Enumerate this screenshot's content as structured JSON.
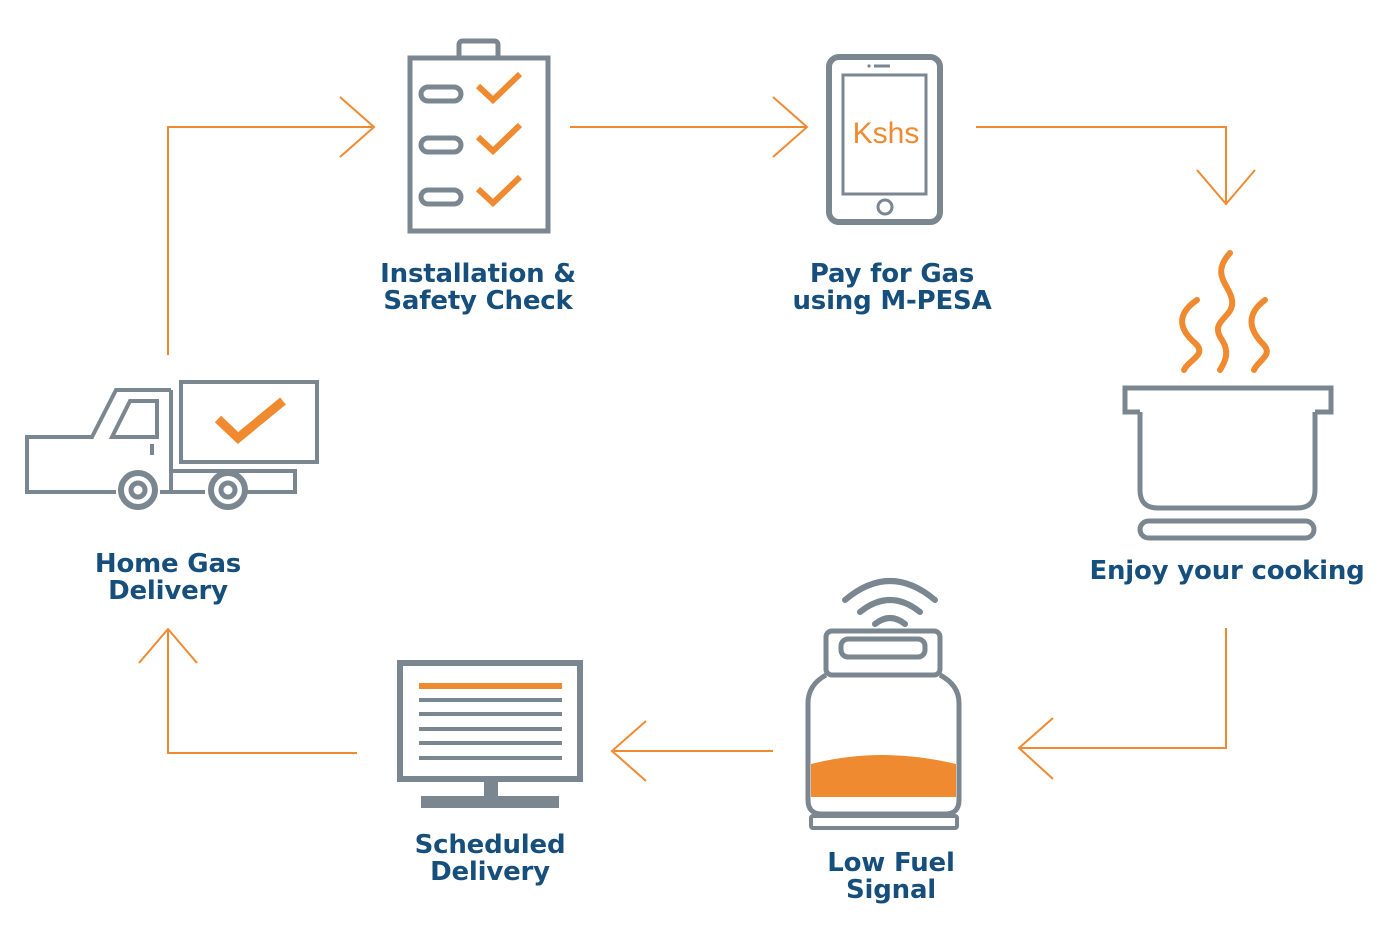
{
  "colors": {
    "accent": "#ef8a31",
    "icon_gray": "#7b8790",
    "label_blue": "#174f7c",
    "background": "#ffffff"
  },
  "steps": [
    {
      "id": "home-gas-delivery",
      "icon": "delivery-truck-icon",
      "lines": [
        "Home Gas",
        "Delivery"
      ]
    },
    {
      "id": "installation-safety-check",
      "icon": "checklist-clipboard-icon",
      "lines": [
        "Installation &",
        "Safety Check"
      ]
    },
    {
      "id": "pay-for-gas",
      "icon": "mobile-phone-icon",
      "lines": [
        "Pay for Gas",
        "using M-PESA"
      ],
      "phone_screen_text": "Kshs"
    },
    {
      "id": "enjoy-cooking",
      "icon": "cooking-pot-icon",
      "lines": [
        "Enjoy your cooking"
      ]
    },
    {
      "id": "low-fuel-signal",
      "icon": "gas-cylinder-signal-icon",
      "lines": [
        "Low Fuel",
        "Signal"
      ]
    },
    {
      "id": "scheduled-delivery",
      "icon": "computer-monitor-icon",
      "lines": [
        "Scheduled",
        "Delivery"
      ]
    }
  ],
  "flow": [
    {
      "from": "home-gas-delivery",
      "to": "installation-safety-check"
    },
    {
      "from": "installation-safety-check",
      "to": "pay-for-gas"
    },
    {
      "from": "pay-for-gas",
      "to": "enjoy-cooking"
    },
    {
      "from": "enjoy-cooking",
      "to": "low-fuel-signal"
    },
    {
      "from": "low-fuel-signal",
      "to": "scheduled-delivery"
    },
    {
      "from": "scheduled-delivery",
      "to": "home-gas-delivery"
    }
  ]
}
